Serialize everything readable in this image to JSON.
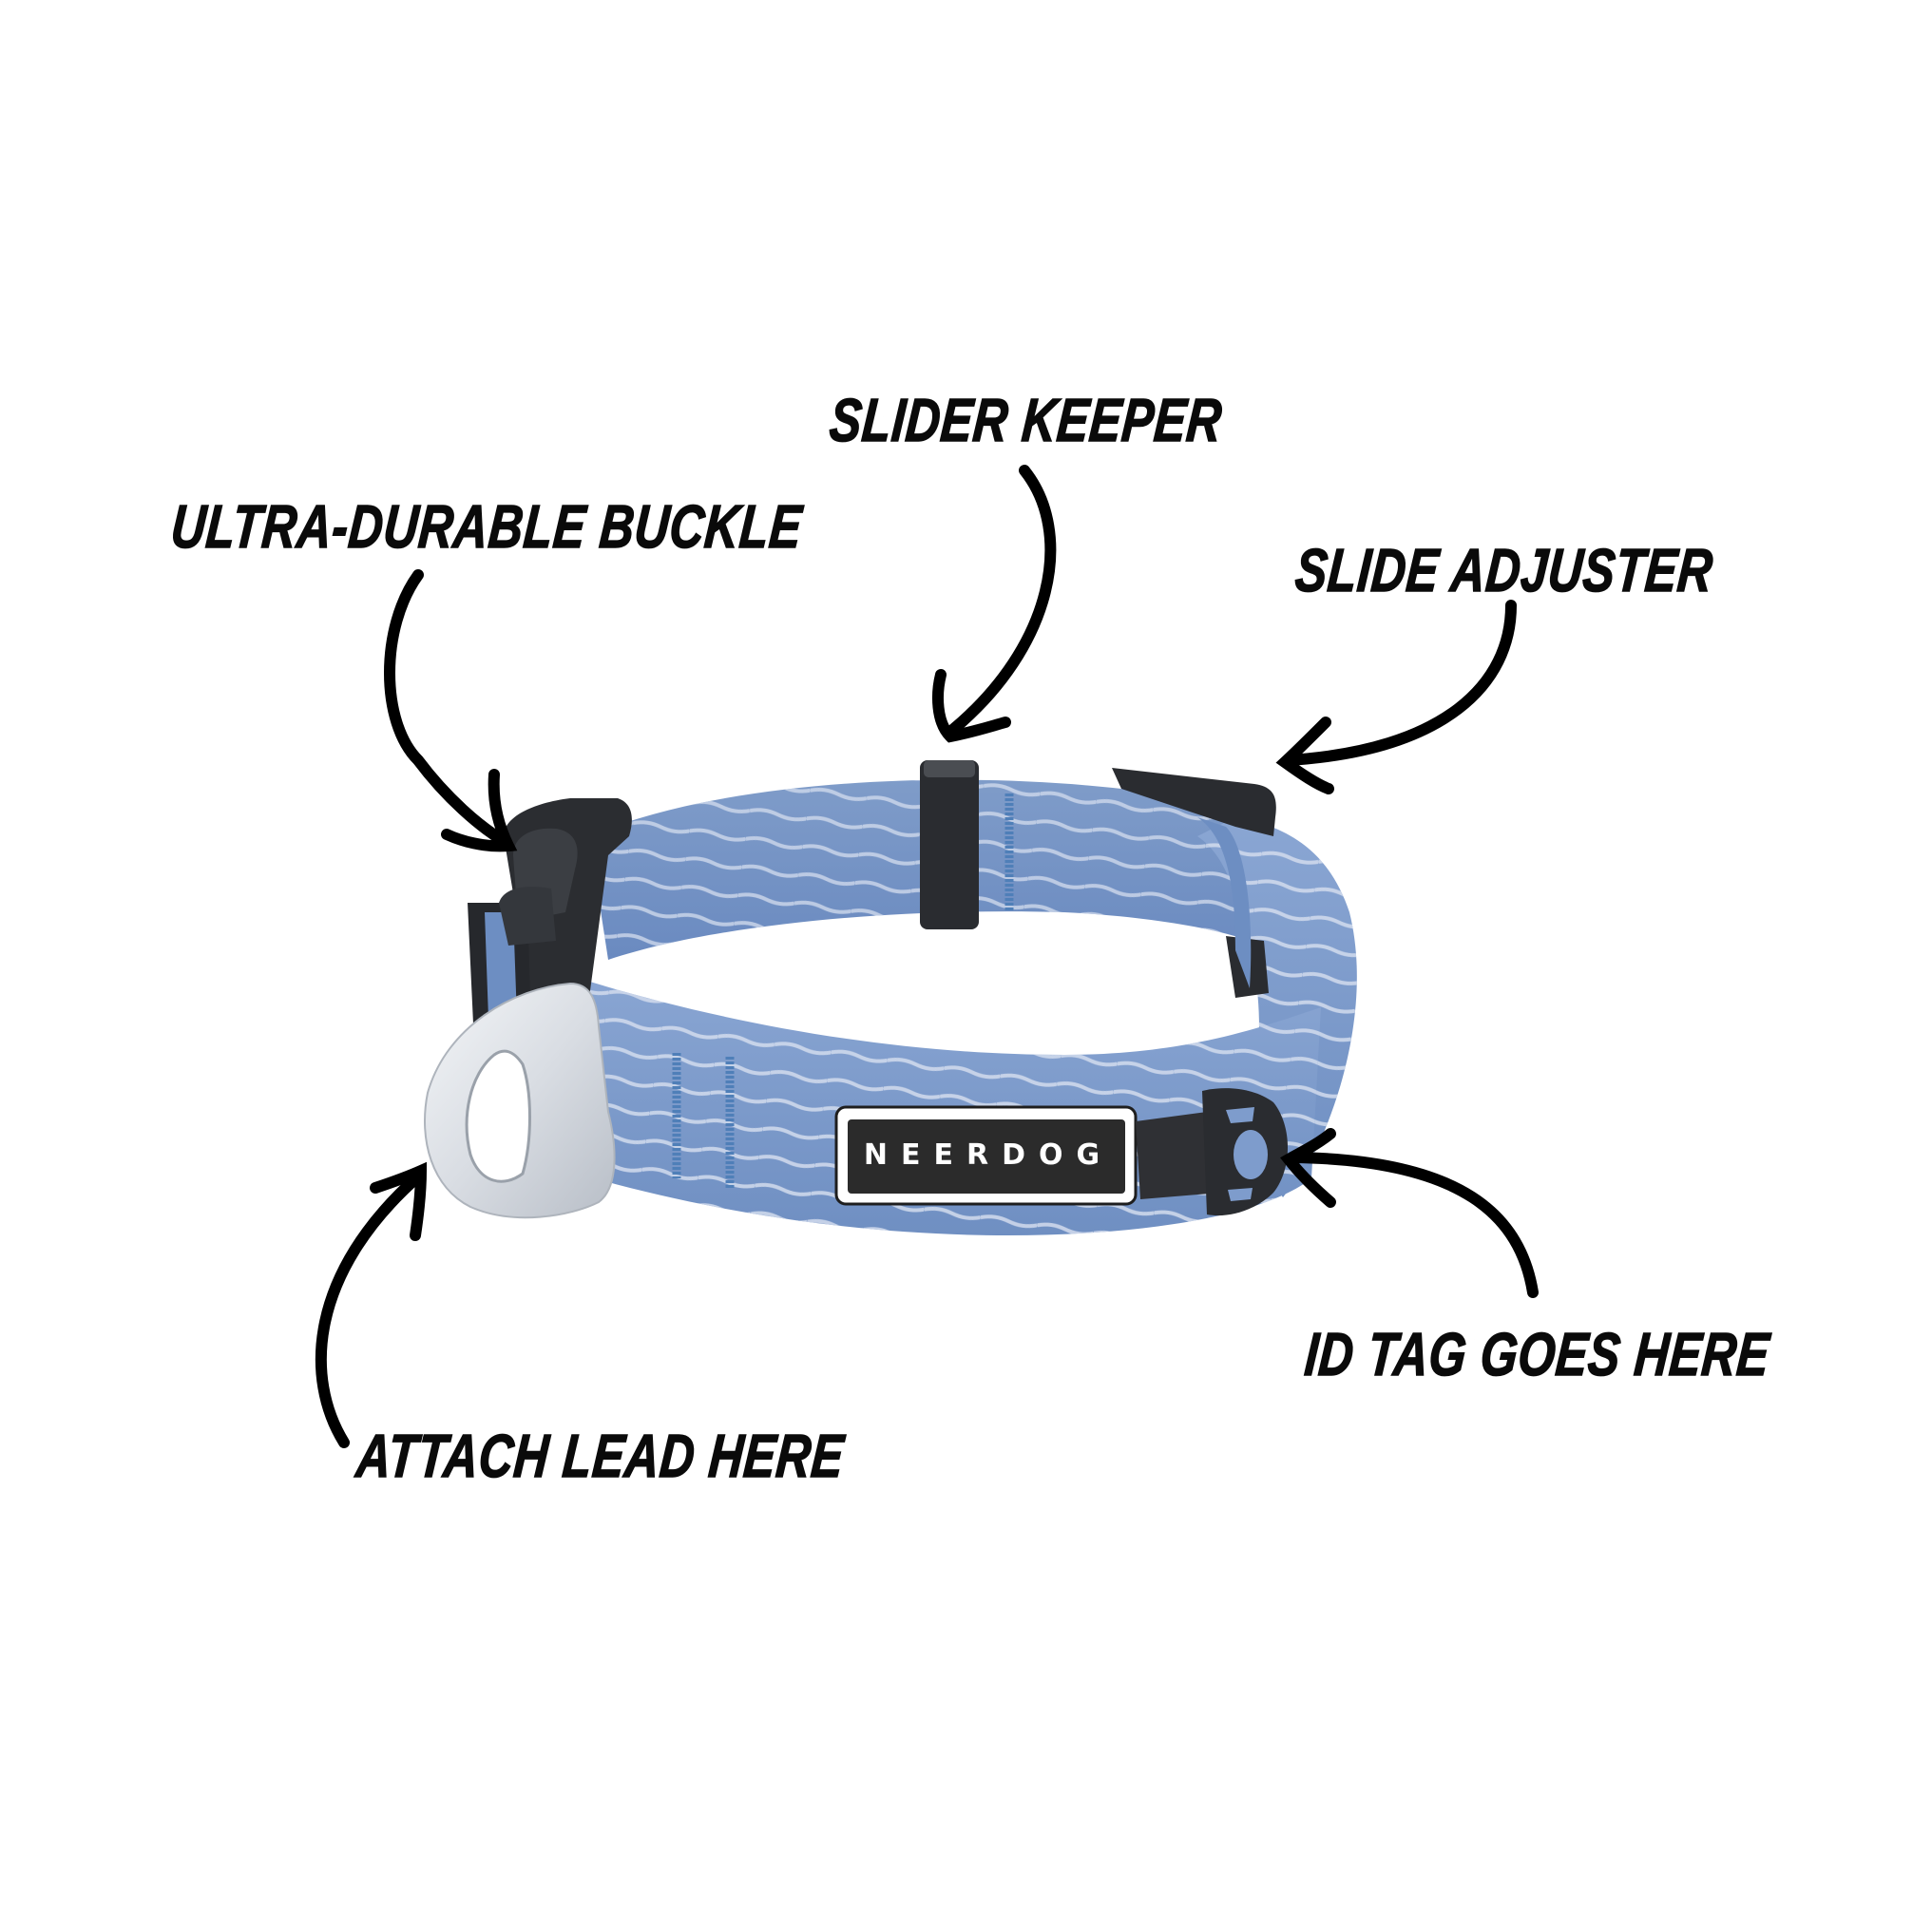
{
  "diagram": {
    "subject": "Dog collar feature callouts",
    "brand_patch": {
      "text": "NEERDOG"
    },
    "colors": {
      "background": "#ffffff",
      "strap_blue": "#7e9ccc",
      "strap_blue_dark": "#5f80b5",
      "strap_stripe": "#c9d6ec",
      "stitching": "#4f7fb8",
      "hardware_black": "#2a2c30",
      "d_ring_silver": "#dfe3e8",
      "text_black": "#0a0a0a",
      "patch_black": "#2b2b2b",
      "patch_white": "#ffffff"
    },
    "callouts": [
      {
        "id": "slider-keeper",
        "label": "SLIDER KEEPER"
      },
      {
        "id": "ultra-durable-buckle",
        "label": "ULTRA-DURABLE BUCKLE"
      },
      {
        "id": "slide-adjuster",
        "label": "SLIDE ADJUSTER"
      },
      {
        "id": "id-tag",
        "label": "ID TAG GOES HERE"
      },
      {
        "id": "attach-lead",
        "label": "ATTACH LEAD HERE"
      }
    ]
  }
}
